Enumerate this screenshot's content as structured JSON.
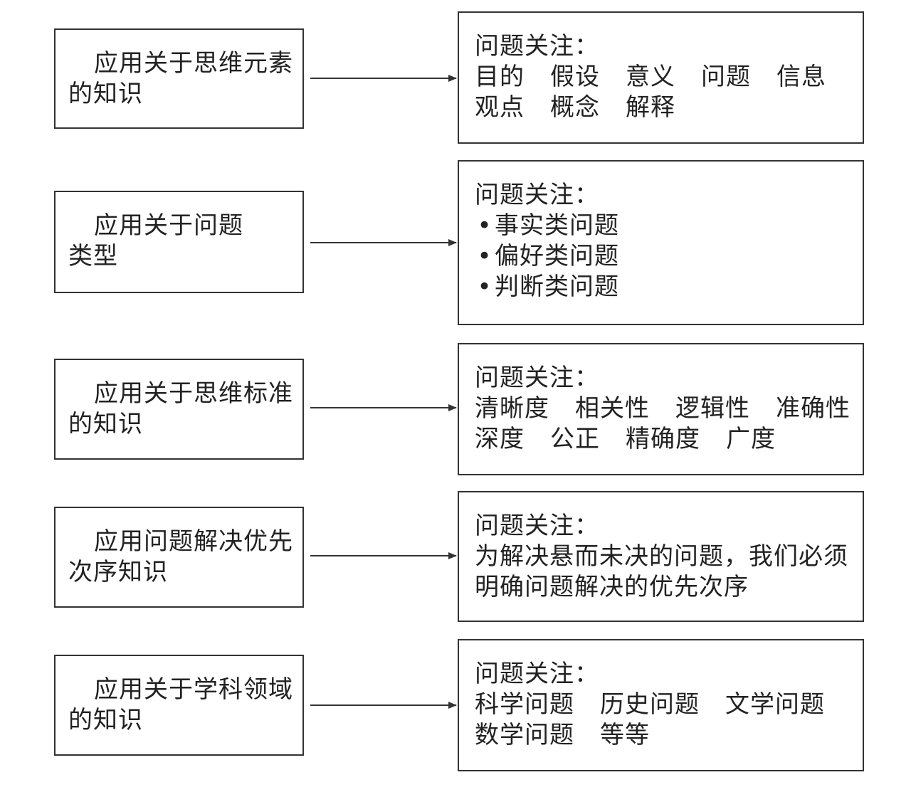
{
  "rows": [
    {
      "left": {
        "line1": "应用关于思维元素",
        "line2": "的知识"
      },
      "right": {
        "heading": "问题关注：",
        "lines": [
          [
            "目的",
            "假设",
            "意义",
            "问题",
            "信息"
          ],
          [
            "观点",
            "概念",
            "解释"
          ]
        ]
      }
    },
    {
      "left": {
        "line1": "应用关于问题",
        "line2": "类型"
      },
      "right": {
        "heading": "问题关注：",
        "bullets": [
          "事实类问题",
          "偏好类问题",
          "判断类问题"
        ]
      }
    },
    {
      "left": {
        "line1": "应用关于思维标准",
        "line2": "的知识"
      },
      "right": {
        "heading": "问题关注：",
        "lines": [
          [
            "清晰度",
            "相关性",
            "逻辑性",
            "准确性"
          ],
          [
            "深度",
            "公正",
            "精确度",
            "广度"
          ]
        ]
      }
    },
    {
      "left": {
        "line1": "应用问题解决优先",
        "line2": "次序知识"
      },
      "right": {
        "heading": "问题关注：",
        "text": [
          "为解决悬而未决的问题，我们必须",
          "明确问题解决的优先次序"
        ]
      }
    },
    {
      "left": {
        "line1": "应用关于学科领域",
        "line2": "的知识"
      },
      "right": {
        "heading": "问题关注：",
        "lines": [
          [
            "科学问题",
            "历史问题",
            "文学问题"
          ],
          [
            "数学问题",
            "等等"
          ]
        ]
      }
    }
  ]
}
